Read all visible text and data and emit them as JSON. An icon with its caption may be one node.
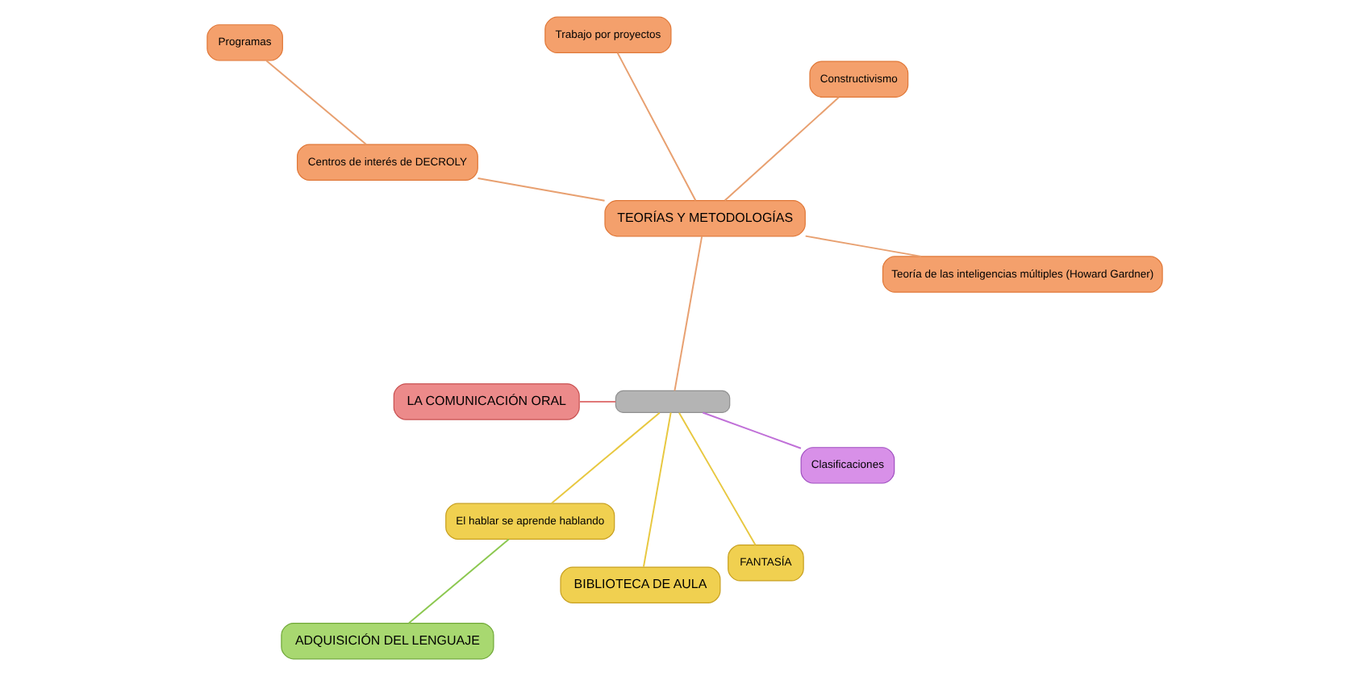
{
  "diagram": {
    "nodes": [
      {
        "text": [],
        "shape": "box"
      },
      {
        "text": [
          "TEORÍAS Y METODOLOGÍAS"
        ]
      },
      {
        "text": [
          "Teoría de las inteligencias múltiples (Howard Gardner)"
        ]
      },
      {
        "text": [
          "Constructivismo"
        ]
      },
      {
        "text": [
          "Trabajo por proyectos"
        ]
      },
      {
        "text": [
          "Centros de interés de DECROLY"
        ]
      },
      {
        "text": [
          "Programas"
        ]
      },
      {
        "text": [
          "LA COMUNICACIÓN ORAL"
        ]
      },
      {
        "text": [
          "El hablar se aprende hablando"
        ]
      },
      {
        "text": [
          "ADQUISICIÓN DEL LENGUAJE"
        ]
      },
      {
        "text": [
          "BIBLIOTECA DE AULA"
        ]
      },
      {
        "text": [
          "FANTASÍA"
        ]
      },
      {
        "text": [
          "Clasificaciones"
        ]
      }
    ],
    "edges": [
      {
        "from": 0,
        "to": 1,
        "arrow": "none"
      },
      {
        "from": 1,
        "to": 2,
        "arrow": "none"
      },
      {
        "from": 1,
        "to": 3,
        "arrow": "none"
      },
      {
        "from": 1,
        "to": 4,
        "arrow": "none"
      },
      {
        "from": 1,
        "to": 5,
        "arrow": "none"
      },
      {
        "from": 5,
        "to": 6,
        "arrow": "none"
      },
      {
        "from": 0,
        "to": 7,
        "arrow": "none",
        "color": "#e07878"
      },
      {
        "from": 0,
        "to": 8,
        "arrow": "none",
        "color": "#e8c840"
      },
      {
        "from": 8,
        "to": 9,
        "arrow": "none",
        "color": "#8cc850"
      },
      {
        "from": 0,
        "to": 10,
        "arrow": "none",
        "color": "#e8c840"
      },
      {
        "from": 0,
        "to": 11,
        "arrow": "none",
        "color": "#e8c840"
      },
      {
        "from": 0,
        "to": 12,
        "arrow": "none",
        "color": "#c070d8"
      }
    ]
  }
}
